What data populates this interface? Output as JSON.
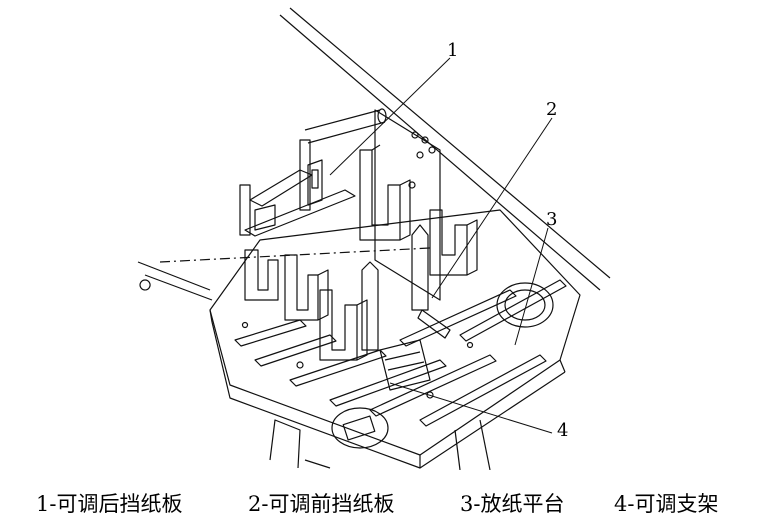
{
  "callouts": [
    {
      "num": "1"
    },
    {
      "num": "2"
    },
    {
      "num": "3"
    },
    {
      "num": "4"
    }
  ],
  "legend": [
    {
      "text": "1-可调后挡纸板"
    },
    {
      "text": "2-可调前挡纸板"
    },
    {
      "text": "3-放纸平台"
    },
    {
      "text": "4-可调支架"
    }
  ]
}
